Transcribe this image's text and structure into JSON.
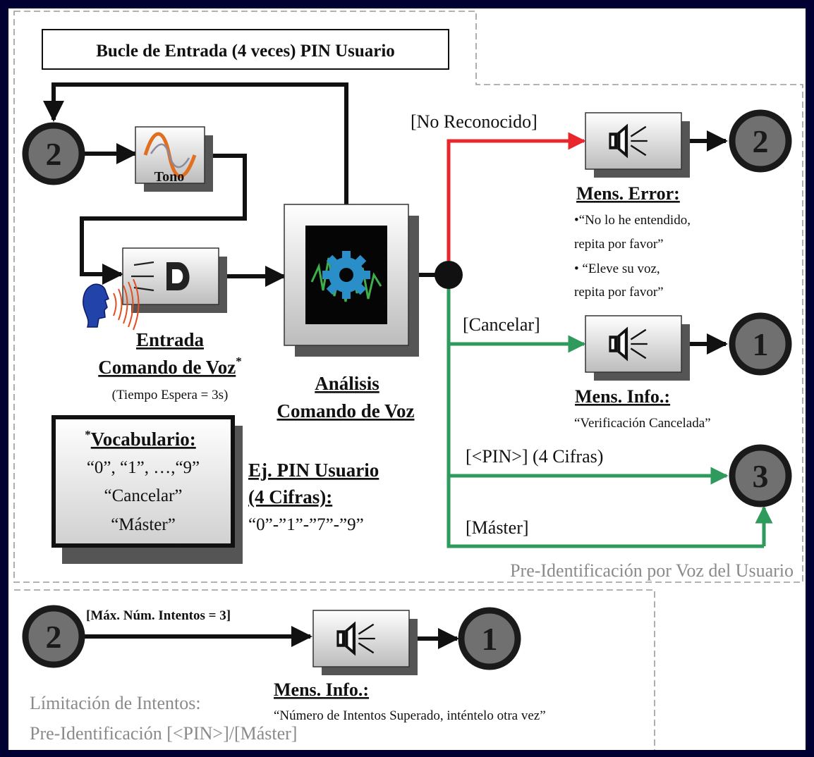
{
  "title": "Bucle de Entrada (4 veces) PIN Usuario",
  "nodes": {
    "loop_start": "2",
    "error_target": "2",
    "cancel_target": "1",
    "pin_target": "3",
    "limit_start": "2",
    "limit_target": "1"
  },
  "tone_label": "Tono",
  "input_block": {
    "title_line1": "Entrada",
    "title_line2": "Comando de Voz",
    "title_mark": "*",
    "note": "(Tiempo Espera = 3s)"
  },
  "analysis_block": {
    "title_line1": "Análisis",
    "title_line2": "Comando de Voz"
  },
  "vocabulary": {
    "mark": "*",
    "title": "Vocabulario:",
    "line1": "“0”, “1”, …,“9”",
    "line2": "“Cancelar”",
    "line3": "“Máster”"
  },
  "pin_example": {
    "title_line1": "Ej. PIN Usuario",
    "title_line2": "(4 Cifras):",
    "value": "“0”-”1”-”7”-”9”"
  },
  "branches": {
    "not_recognized": "[No Reconocido]",
    "cancel": "[Cancelar]",
    "pin": "[<PIN>] (4 Cifras)",
    "master": "[Máster]"
  },
  "error_msg": {
    "title": "Mens. Error:",
    "line1": "•“No lo he entendido,",
    "line2": "repita por favor”",
    "line3": "• “Eleve su voz,",
    "line4": "repita por favor”"
  },
  "info_msg": {
    "title": "Mens. Info.:",
    "line1": "“Verificación Cancelada”"
  },
  "section_preid": "Pre-Identificación por Voz del Usuario",
  "limit": {
    "condition": "[Máx. Núm. Intentos = 3]",
    "msg_title": "Mens. Info.:",
    "msg_text": "“Número de Intentos Superado, inténtelo otra vez”",
    "label_line1": "Límitación de Intentos:",
    "label_line2": "Pre-Identificación [<PIN>]/[Máster]"
  },
  "colors": {
    "red": "#e8262b",
    "green": "#2e9a5b",
    "black": "#111111",
    "node_fill": "#707070",
    "border_gray": "#9a9a9a",
    "label_gray": "#8a8a8a"
  }
}
